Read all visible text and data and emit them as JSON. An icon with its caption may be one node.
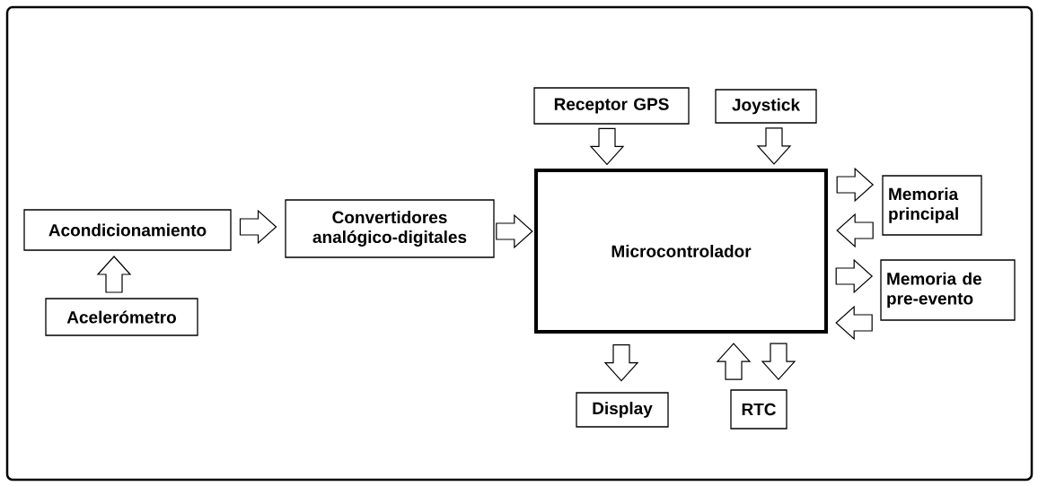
{
  "diagram": {
    "nodes": [
      {
        "text": [
          "Acondicionamiento"
        ]
      },
      {
        "text": [
          "Acelerómetro"
        ]
      },
      {
        "text": [
          "Convertidores analógico-digitales"
        ]
      },
      {
        "text": [
          "Microcontrolador"
        ]
      },
      {
        "text": [
          "Receptor GPS"
        ]
      },
      {
        "text": [
          "Joystick"
        ]
      },
      {
        "text": [
          "Memoria principal"
        ]
      },
      {
        "text": [
          "Memoria de pre-evento"
        ]
      },
      {
        "text": [
          "Display"
        ]
      },
      {
        "text": [
          "RTC"
        ]
      }
    ],
    "edges": [
      {
        "from": 1,
        "to": 0,
        "arrow": "to"
      },
      {
        "from": 0,
        "to": 2,
        "arrow": "to"
      },
      {
        "from": 2,
        "to": 3,
        "arrow": "to"
      },
      {
        "from": 4,
        "to": 3,
        "arrow": "to"
      },
      {
        "from": 5,
        "to": 3,
        "arrow": "to"
      },
      {
        "from": 3,
        "to": 6,
        "arrow": "to"
      },
      {
        "from": 6,
        "to": 3,
        "arrow": "to"
      },
      {
        "from": 3,
        "to": 7,
        "arrow": "to"
      },
      {
        "from": 7,
        "to": 3,
        "arrow": "to"
      },
      {
        "from": 3,
        "to": 8,
        "arrow": "to"
      },
      {
        "from": 9,
        "to": 3,
        "arrow": "to"
      },
      {
        "from": 3,
        "to": 9,
        "arrow": "to"
      }
    ]
  }
}
